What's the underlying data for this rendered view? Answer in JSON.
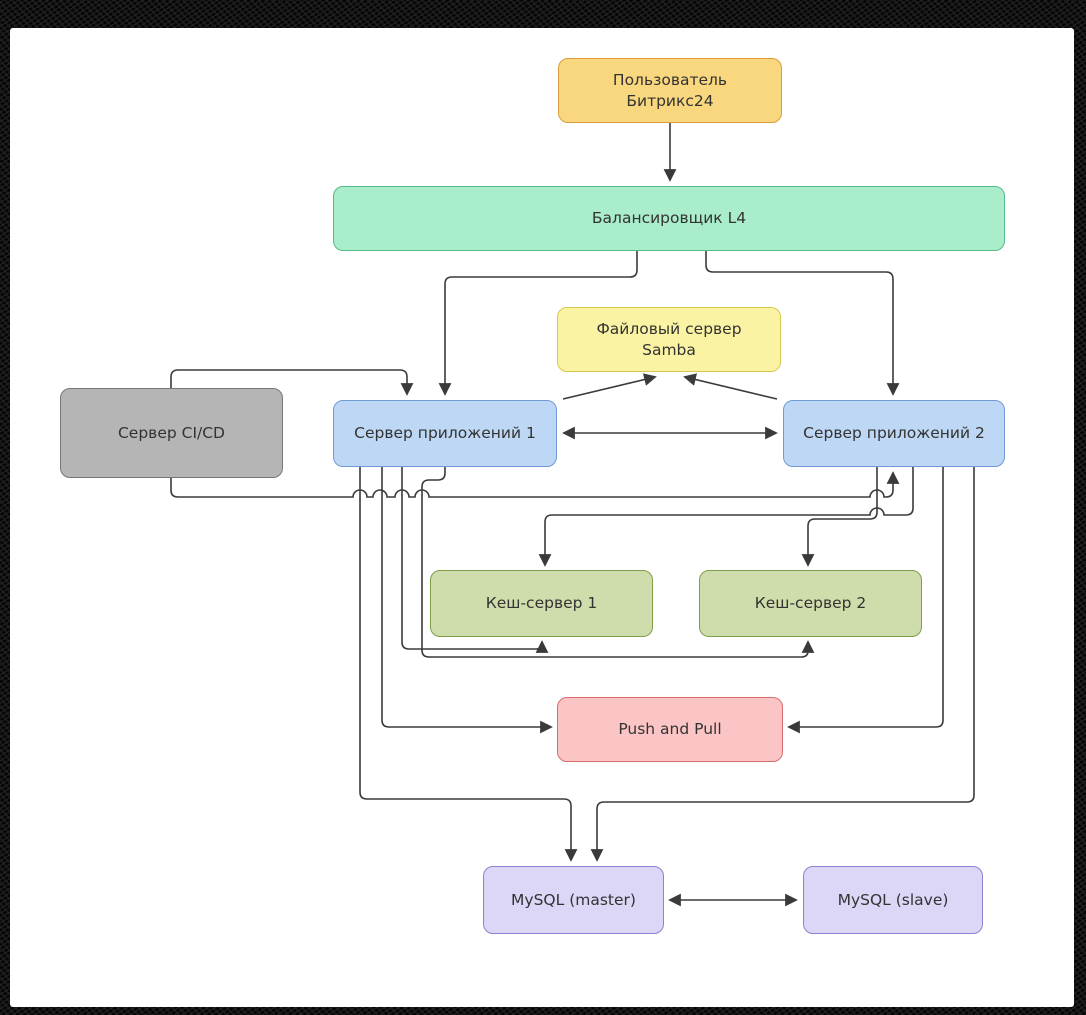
{
  "diagram": {
    "type": "flowchart",
    "edge_color": "#3a3a3a",
    "canvas_bg": "#ffffff",
    "frame_bg": "#060606",
    "nodes": [
      {
        "id": "user",
        "label": "Пользователь Битрикс24",
        "fill": "#f9d77e",
        "stroke": "#dd9d3d"
      },
      {
        "id": "balancer",
        "label": "Балансировщик L4",
        "fill": "#aaedca",
        "stroke": "#57bb8a"
      },
      {
        "id": "samba",
        "label": "Файловый сервер\nSamba",
        "fill": "#faf3a3",
        "stroke": "#d9c84e"
      },
      {
        "id": "cicd",
        "label": "Сервер CI/CD",
        "fill": "#b5b5b5",
        "stroke": "#777777"
      },
      {
        "id": "app1",
        "label": "Сервер приложений 1",
        "fill": "#bdd7f5",
        "stroke": "#6f9bd4"
      },
      {
        "id": "app2",
        "label": "Сервер приложений 2",
        "fill": "#bdd7f5",
        "stroke": "#6f9bd4"
      },
      {
        "id": "cache1",
        "label": "Кеш-сервер 1",
        "fill": "#cfdcab",
        "stroke": "#7f9e47"
      },
      {
        "id": "cache2",
        "label": "Кеш-сервер 2",
        "fill": "#cfdcab",
        "stroke": "#7f9e47"
      },
      {
        "id": "push",
        "label": "Push and Pull",
        "fill": "#fbc5c5",
        "stroke": "#da6c6c"
      },
      {
        "id": "mysql_master",
        "label": "MySQL (master)",
        "fill": "#dcd6f7",
        "stroke": "#8d82cf"
      },
      {
        "id": "mysql_slave",
        "label": "MySQL (slave)",
        "fill": "#dcd6f7",
        "stroke": "#8d82cf"
      }
    ],
    "edges": [
      {
        "from": "user",
        "to": "balancer",
        "type": "arrow"
      },
      {
        "from": "balancer",
        "to": "app1",
        "type": "arrow"
      },
      {
        "from": "balancer",
        "to": "app2",
        "type": "arrow"
      },
      {
        "from": "app1",
        "to": "samba",
        "type": "arrow"
      },
      {
        "from": "app2",
        "to": "samba",
        "type": "arrow"
      },
      {
        "from": "app1",
        "to": "app2",
        "type": "bidirectional"
      },
      {
        "from": "cicd",
        "to": "app1",
        "type": "arrow"
      },
      {
        "from": "cicd",
        "to": "app2",
        "type": "arrow"
      },
      {
        "from": "app1",
        "to": "cache1",
        "type": "arrow"
      },
      {
        "from": "app1",
        "to": "cache2",
        "type": "arrow"
      },
      {
        "from": "app2",
        "to": "cache1",
        "type": "arrow"
      },
      {
        "from": "app2",
        "to": "cache2",
        "type": "arrow"
      },
      {
        "from": "app1",
        "to": "push",
        "type": "arrow"
      },
      {
        "from": "app2",
        "to": "push",
        "type": "arrow"
      },
      {
        "from": "app1",
        "to": "mysql_master",
        "type": "arrow"
      },
      {
        "from": "app2",
        "to": "mysql_master",
        "type": "arrow"
      },
      {
        "from": "mysql_master",
        "to": "mysql_slave",
        "type": "bidirectional"
      }
    ]
  }
}
